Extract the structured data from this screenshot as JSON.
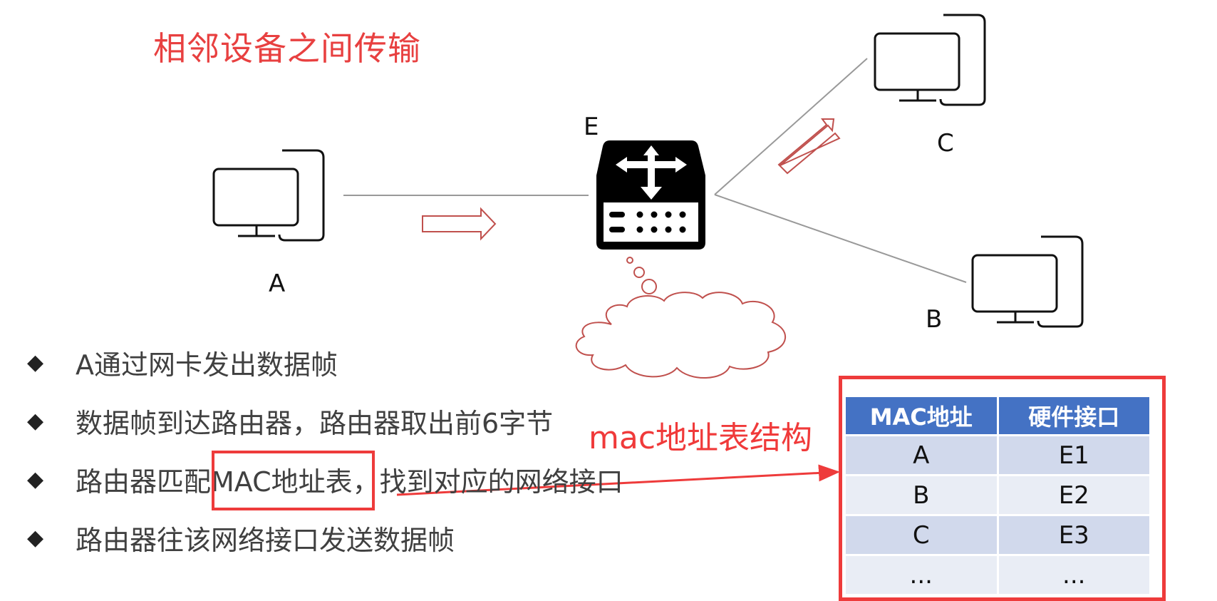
{
  "title": "相邻设备之间传输",
  "nodes": {
    "a_label": "A",
    "router_label": "E",
    "c_label": "C",
    "b_label": "B"
  },
  "bullets": [
    "A通过网卡发出数据帧",
    "数据帧到达路由器，路由器取出前6字节",
    "路由器匹配MAC地址表，找到对应的网络接口",
    "路由器往该网络接口发送数据帧"
  ],
  "bullet_mark": "◆",
  "annotation": "mac地址表结构",
  "mac_table": {
    "headers": [
      "MAC地址",
      "硬件接口"
    ],
    "rows": [
      [
        "A",
        "E1"
      ],
      [
        "B",
        "E2"
      ],
      [
        "C",
        "E3"
      ],
      [
        "...",
        "..."
      ]
    ]
  },
  "colors": {
    "title": "#e84040",
    "highlight": "#ee3b3b",
    "arrow_outline": "#c0504d",
    "table_header": "#4472c4",
    "table_row_odd": "#d1d9ec",
    "table_row_even": "#e9edf5"
  }
}
